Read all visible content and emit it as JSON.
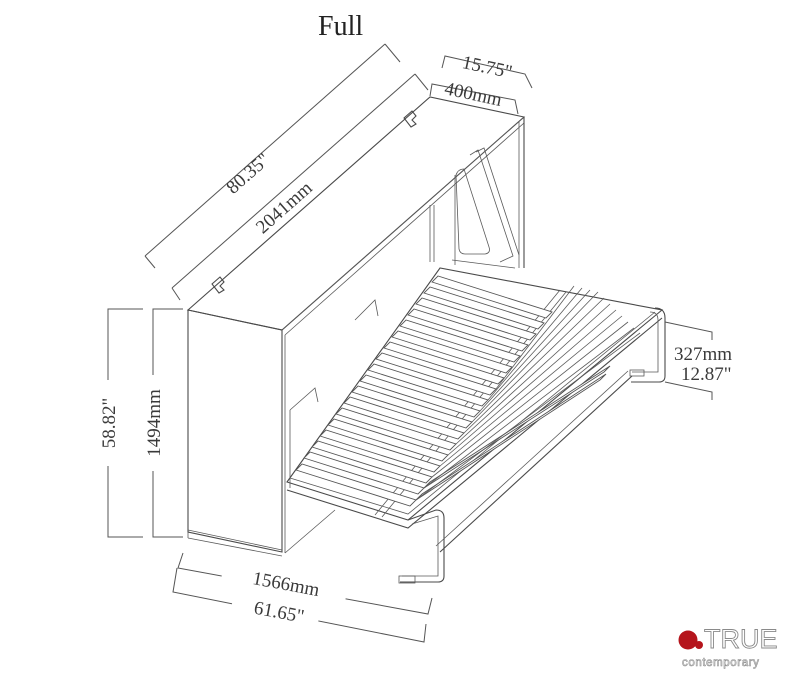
{
  "diagram": {
    "title": "Full",
    "subject": "horizontal murphy bed cabinet with open slatted bed frame",
    "dimensions": {
      "length_in": "80.35\"",
      "length_mm": "2041mm",
      "depth_in": "15.75\"",
      "depth_mm": "400mm",
      "height_in": "58.82\"",
      "height_mm": "1494mm",
      "width_mm": "1566mm",
      "width_in": "61.65\"",
      "leg_height_mm": "327mm",
      "leg_height_in": "12.87\""
    },
    "colors": {
      "line": "#4a4a4a",
      "background": "#ffffff",
      "logo_red": "#b5151c"
    }
  },
  "logo": {
    "brand_top": "TRUE",
    "brand_bottom": "contemporary"
  }
}
